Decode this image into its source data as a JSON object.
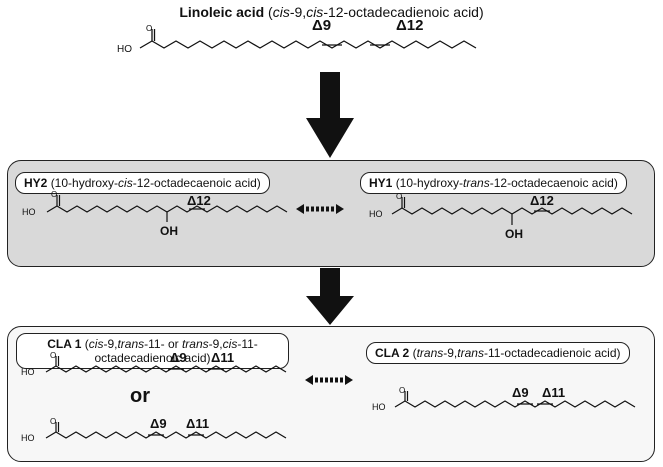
{
  "linoleic": {
    "name": "Linoleic acid",
    "open": "(",
    "cis1": "cis",
    "mid": "-9,",
    "cis2": "cis",
    "tail": "-12-octadecadienoic acid)",
    "delta9": "Δ9",
    "delta12": "Δ12",
    "ho": "HO"
  },
  "hy2": {
    "name": "HY2",
    "pre": "(10-hydroxy-",
    "italic": "cis",
    "post": "-12-octadecaenoic acid)",
    "delta": "Δ12",
    "oh": "OH",
    "ho": "HO"
  },
  "hy1": {
    "name": "HY1",
    "pre": "(10-hydroxy-",
    "italic": "trans",
    "post": "-12-octadecaenoic acid)",
    "delta": "Δ12",
    "oh": "OH",
    "ho": "HO"
  },
  "cla1": {
    "name": "CLA 1",
    "p1": "(",
    "i1": "cis",
    "p2": "-9,",
    "i2": "trans",
    "p3": "-11- or",
    "i3": "trans",
    "p4": "-9,",
    "i4": "cis",
    "p5": "-11-",
    "line2": "octadecadienoic acid)",
    "d9a": "Δ9",
    "d11a": "Δ11",
    "d9b": "Δ9",
    "d11b": "Δ11",
    "or": "or",
    "ho": "HO"
  },
  "cla2": {
    "name": "CLA 2",
    "p1": "(",
    "i1": "trans",
    "p2": "-9,",
    "i2": "trans",
    "p3": "-11-octadecadienoic acid)",
    "d9": "Δ9",
    "d11": "Δ11",
    "ho": "HO"
  }
}
